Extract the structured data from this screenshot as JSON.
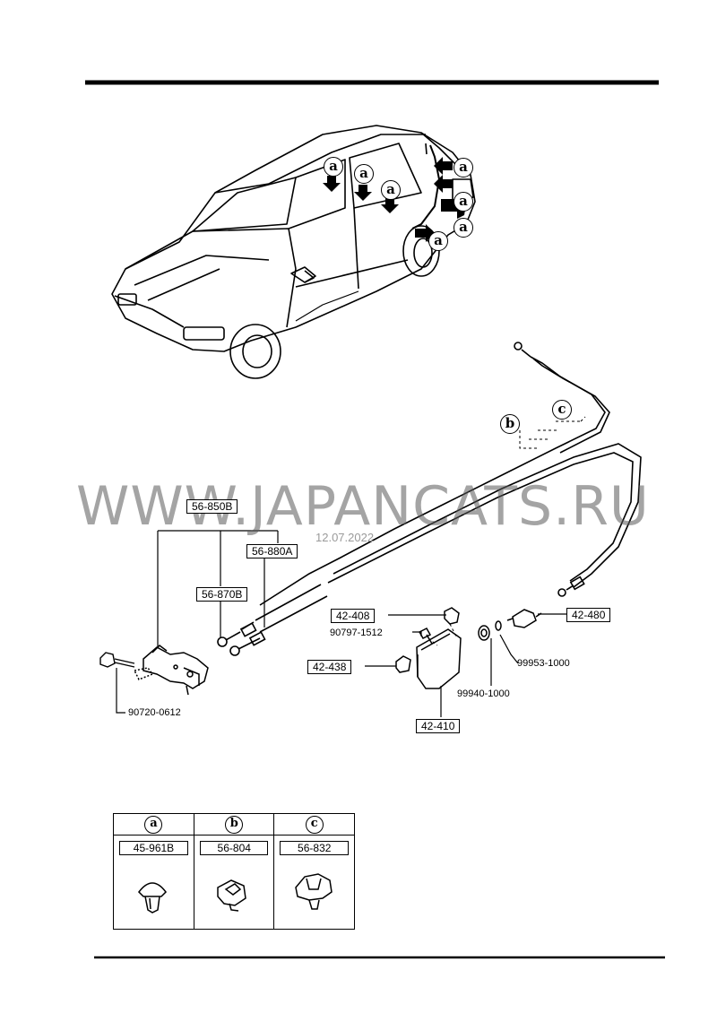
{
  "watermark": "WWW.JAPANCATS.RU",
  "stamp": "12.07.2022",
  "callout_letter_a": "a",
  "callout_letter_b": "b",
  "callout_letter_c": "c",
  "parts": {
    "p_56_850B": "56-850B",
    "p_56_880A": "56-880A",
    "p_56_870B": "56-870B",
    "p_42_408": "42-408",
    "p_90797_1512": "90797-1512",
    "p_42_438": "42-438",
    "p_42_480": "42-480",
    "p_99953_1000": "99953-1000",
    "p_99940_1000": "99940-1000",
    "p_42_410": "42-410",
    "p_90720_0612": "90720-0612"
  },
  "legend": [
    {
      "letter": "a",
      "code": "45-961B"
    },
    {
      "letter": "b",
      "code": "56-804"
    },
    {
      "letter": "c",
      "code": "56-832"
    }
  ]
}
